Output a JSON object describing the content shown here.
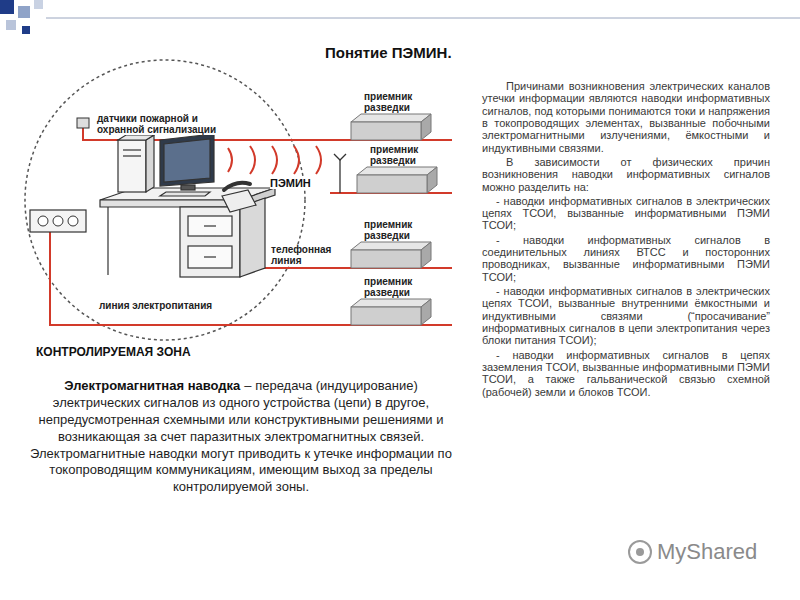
{
  "diagram": {
    "title": "Понятие ПЭМИН.",
    "nodes": [
      {
        "text": [
          "приемник разведки"
        ]
      },
      {
        "text": [
          "приемник разведки"
        ]
      },
      {
        "text": [
          "приемник разведки"
        ]
      },
      {
        "text": [
          "приемник разведки"
        ]
      }
    ],
    "labels": [
      "КОНТРОЛИРУЕМАЯ ЗОНА",
      "датчики пожарной и охранной сигнализации",
      "ПЭМИН",
      "телефонная линия",
      "линия электропитания",
      "Электромагнитная наводка",
      "– передача (индуцирование) электрических сигналов из одного устройства (цепи) в другое, непредусмотренная схемными или конструктивными решениями и возникающая за счет паразитных электромагнитных связей.",
      "Электромагнитные наводки могут приводить к утечке информации по токопроводящим коммуникациям, имеющим выход за пределы контролируемой зоны.",
      "Причинами возникновения электрических каналов утечки информации являются наводки информативных сигналов, под которыми понимаются токи и напряжения в токопроводящих элементах, вызванные побочными электромагнитными излучениями, ёмкостными и индуктивными связями.",
      "В зависимости от физических причин возникновения наводки информативных сигналов можно разделить на:",
      "- наводки информативных сигналов в электрических цепях ТСОИ, вызванные информативными ПЭМИ ТСОИ;",
      "- наводки информативных сигналов в соединительных линиях ВТСС и посторонних проводниках, вызванные информативными ПЭМИ ТСОИ;",
      "- наводки информативных сигналов в электрических цепях ТСОИ, вызванные внутренними ёмкостными и индуктивными связями (“просачивание” информативных сигналов в цепи электропитания через блоки питания ТСОИ);",
      "- наводки информативных сигналов в цепях заземления ТСОИ, вызванные информативными ПЭМИ ТСОИ, а также гальванической связью схемной (рабочей) земли и блоков ТСОИ.",
      "MyShared"
    ]
  }
}
